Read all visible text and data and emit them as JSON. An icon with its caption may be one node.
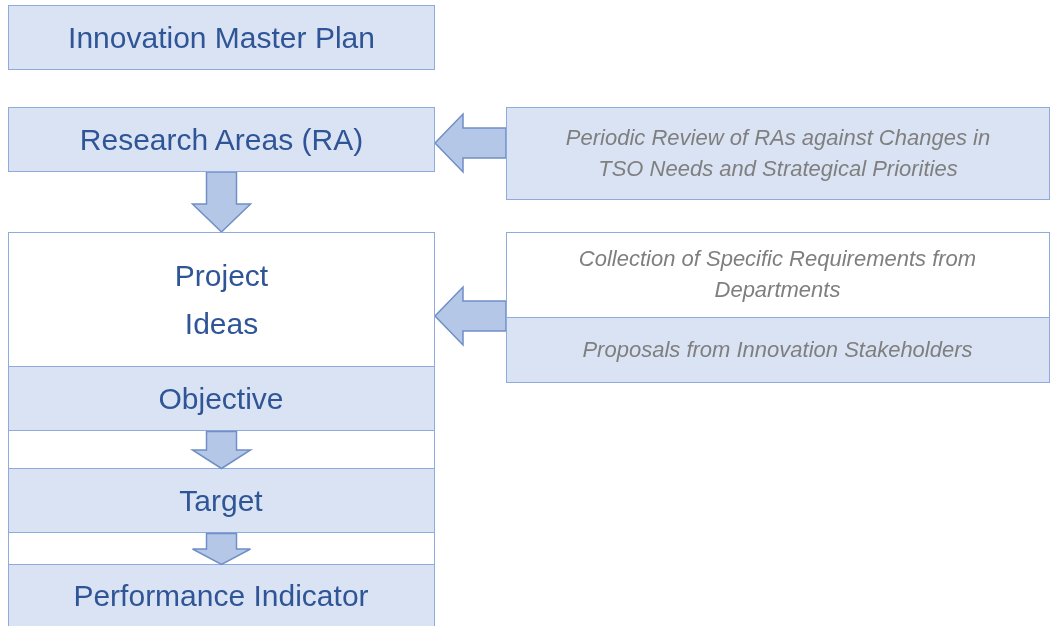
{
  "diagram": {
    "nodes": [
      {
        "text": [
          "Innovation Master Plan"
        ]
      },
      {
        "text": [
          "Research Areas (RA)"
        ]
      },
      {
        "text": [
          "Periodic Review of RAs against Changes in TSO Needs and Strategical Priorities"
        ]
      },
      {
        "text": [
          "Project Ideas"
        ]
      },
      {
        "text": [
          "Objective"
        ],
        "in": 3
      },
      {
        "text": [
          "Target"
        ],
        "in": 3
      },
      {
        "text": [
          "Performance Indicator"
        ],
        "in": 3
      },
      {
        "text": [],
        "shape": "box"
      },
      {
        "text": [
          "Collection of Specific Requirements from Departments"
        ],
        "in": 7
      },
      {
        "text": [
          "Proposals from Innovation Stakeholders"
        ],
        "in": 7
      }
    ],
    "edges": [
      {
        "from": 2,
        "to": 1,
        "arrow": "to"
      },
      {
        "from": 1,
        "to": 3,
        "arrow": "to"
      },
      {
        "from": 4,
        "to": 5,
        "arrow": "to"
      },
      {
        "from": 5,
        "to": 6,
        "arrow": "to"
      },
      {
        "from": 7,
        "to": 3,
        "arrow": "to"
      }
    ]
  }
}
